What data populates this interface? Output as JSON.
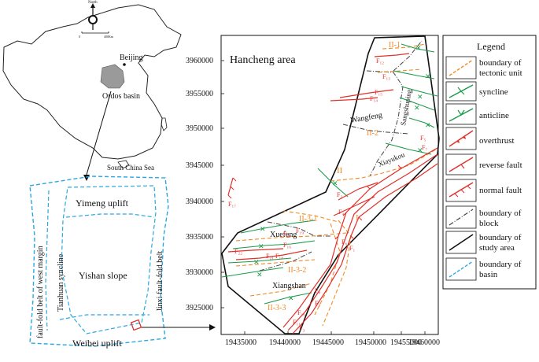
{
  "overview": {
    "north_label": "North",
    "scale_zero": "0",
    "scale_end": "400Km",
    "beijing": "Beijing",
    "ordos": "Ordos basin",
    "scs": "South China Sea"
  },
  "basin": {
    "yimeng": "Yimeng uplift",
    "yishan": "Yishan slope",
    "weibei": "Weibei uplift",
    "tianhuan": "Tianhuan syncline",
    "westmargin": "fault-fold belt of west margin",
    "jinxi": "Jinxi fault-fold belt"
  },
  "map": {
    "title": "Hancheng area",
    "y_ticks": [
      "3960000",
      "3955000",
      "3950000",
      "3945000",
      "3940000",
      "3935000",
      "3930000",
      "3925000"
    ],
    "x_ticks": [
      "19435000",
      "19440000",
      "19445000",
      "19450000",
      "19455000",
      "19460000"
    ],
    "units": {
      "II1": "II-1",
      "II2": "II-2",
      "II": "II",
      "I": "I",
      "II31": "II-3-1",
      "II32": "II-3-2",
      "II33": "II-3-3",
      "wangfeng": "Wangfeng",
      "sangshuping": "Sangshuping",
      "xiayukou": "Xiayukou",
      "xuefeng": "Xuefeng",
      "xiangshan": "Xiangshan"
    },
    "faults": {
      "F1": "F₁",
      "F2": "F₂",
      "F3": "F₃",
      "F4": "F₄",
      "F5": "F₅",
      "F6": "F₆",
      "F7": "F₇",
      "F8": "F₈",
      "F9": "F₉",
      "F10": "F₁₀",
      "F11": "F₁₁",
      "F12": "F₁₂",
      "F13": "F₁₃",
      "F14": "F₁₄",
      "F15": "F₁₅",
      "F16": "F₁₆",
      "F17": "F₁₇",
      "F18": "F₁₈",
      "F19": "F₁₉",
      "F20": "F₂₀",
      "F21": "F₂₁",
      "F22": "F₂₂"
    }
  },
  "legend": {
    "title": "Legend",
    "tectonic1": "boundary of",
    "tectonic2": "tectonic unit",
    "syncline": "syncline",
    "anticline": "anticline",
    "overthrust": "overthrust",
    "reverse": "reverse fault",
    "normal": "normal fault",
    "block1": "boundary of",
    "block2": "block",
    "study1": "boundary of",
    "study2": "study area",
    "basin1": "boundary of",
    "basin2": "basin"
  },
  "colors": {
    "tectonic": "#f08a24",
    "syncline": "#1a9a4a",
    "anticline": "#1a9a4a",
    "fault": "#e0302a",
    "block": "#444444",
    "study": "#111111",
    "basin": "#2aa8e0",
    "ordos_fill": "#9a9a9a"
  }
}
